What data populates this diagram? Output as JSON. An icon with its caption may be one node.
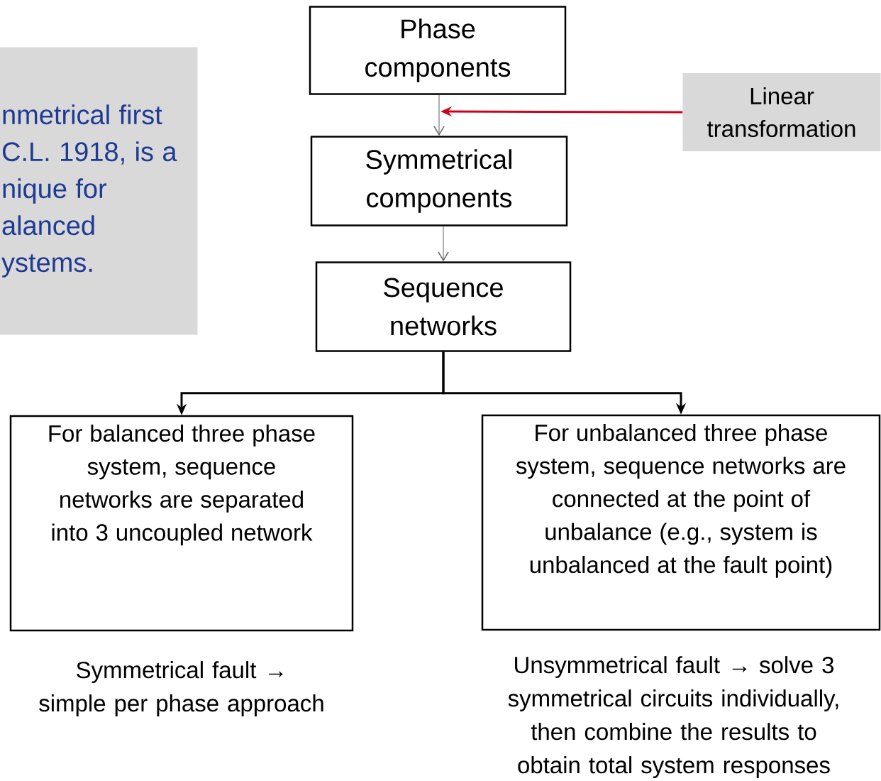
{
  "diagram": {
    "nodes": [
      {
        "text": [
          "Phase components"
        ]
      },
      {
        "text": [
          "Symmetrical components"
        ]
      },
      {
        "text": [
          "Sequence networks"
        ]
      },
      {
        "text": [
          "For balanced three phase system, sequence networks are separated into 3 uncoupled network"
        ],
        "beside": [
          "Symmetrical fault → simple per phase approach"
        ]
      },
      {
        "text": [
          "For unbalanced three phase system, sequence networks are connected at the point of unbalance (e.g., system is unbalanced at the fault point)"
        ],
        "beside": [
          "Unsymmetrical fault → solve 3 symmetrical circuits individually, then combine the results to obtain total system responses"
        ]
      },
      {
        "text": [
          "Linear transformation"
        ]
      },
      {
        "text": [
          "nmetrical first C.L. 1918, is a nique for alanced ystems."
        ]
      }
    ],
    "edges": [
      {
        "from": 0,
        "to": 1,
        "arrow": "to"
      },
      {
        "from": 1,
        "to": 2,
        "arrow": "to"
      },
      {
        "from": 2,
        "to": 3,
        "arrow": "to",
        "color": "#000000"
      },
      {
        "from": 2,
        "to": 4,
        "arrow": "to",
        "color": "#000000"
      },
      {
        "from": 5,
        "to": null,
        "arrow": "to",
        "color": "#d0021b"
      }
    ]
  }
}
